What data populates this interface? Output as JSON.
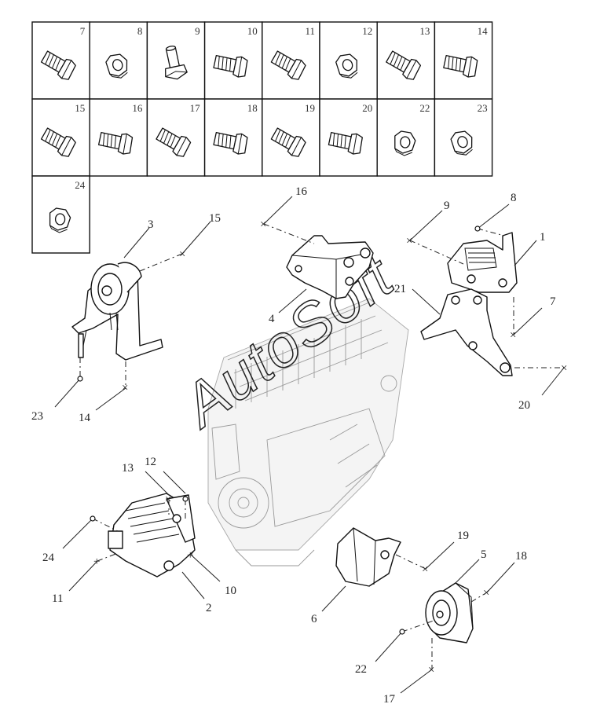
{
  "hardware_table": {
    "rows": [
      [
        "7",
        "8",
        "9",
        "10",
        "11",
        "12",
        "13",
        "14"
      ],
      [
        "15",
        "16",
        "17",
        "18",
        "19",
        "20",
        "22",
        "23"
      ],
      [
        "24"
      ]
    ],
    "icons": {
      "7": "bolt-icon",
      "8": "nut-icon",
      "9": "stud-icon",
      "10": "bolt-icon",
      "11": "bolt-icon",
      "12": "nut-icon",
      "13": "bolt-icon",
      "14": "bolt-icon",
      "15": "bolt-icon",
      "16": "bolt-icon",
      "17": "bolt-icon",
      "18": "bolt-icon",
      "19": "bolt-icon",
      "20": "bolt-icon",
      "22": "nut-icon",
      "23": "nut-icon",
      "24": "nut-icon"
    }
  },
  "callouts": {
    "c1": "1",
    "c2": "2",
    "c3": "3",
    "c4": "4",
    "c5": "5",
    "c6": "6",
    "c7": "7",
    "c8": "8",
    "c9": "9",
    "c10": "10",
    "c11": "11",
    "c12": "12",
    "c13": "13",
    "c14": "14",
    "c15": "15",
    "c16": "16",
    "c17": "17",
    "c18": "18",
    "c19": "19",
    "c20": "20",
    "c21": "21",
    "c22": "22",
    "c23": "23",
    "c24": "24"
  },
  "watermark": "AutoSoft"
}
